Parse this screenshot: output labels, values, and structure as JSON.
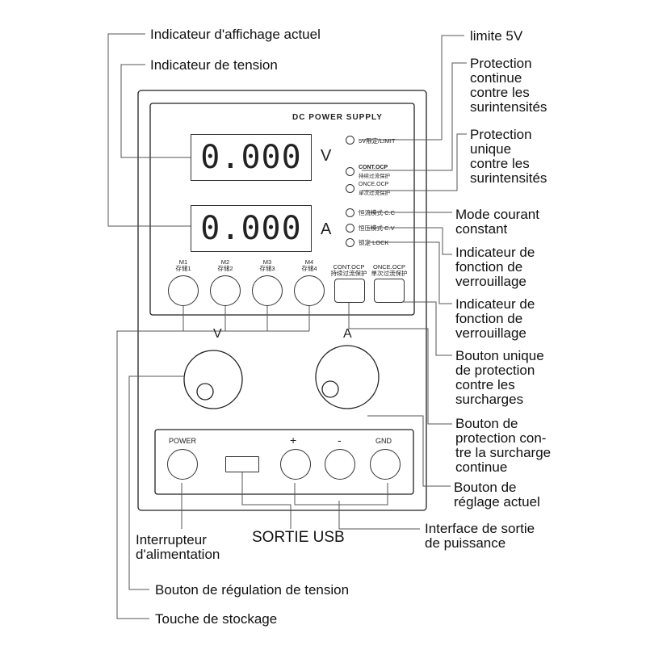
{
  "device": {
    "title": "DC POWER SUPPLY",
    "voltage_display": "0.000",
    "current_display": "0.000",
    "voltage_unit": "V",
    "current_unit": "A",
    "indicators": [
      {
        "text": "5V限定/LIMIT"
      },
      {
        "text": "CONT.OCP",
        "sub": "持续过流保护"
      },
      {
        "text": "ONCE.OCP",
        "sub": "单次过流保护"
      },
      {
        "text": "恒流模式  C.C"
      },
      {
        "text": "恒压模式  C.V"
      },
      {
        "text": "锁定  LOCK"
      }
    ],
    "memory_buttons": [
      {
        "label": "M1",
        "sub": "存储1"
      },
      {
        "label": "M2",
        "sub": "存储2"
      },
      {
        "label": "M3",
        "sub": "存储3"
      },
      {
        "label": "M4",
        "sub": "存储4"
      }
    ],
    "ocp_buttons": [
      {
        "label": "CONT.OCP",
        "sub": "持续过流保护"
      },
      {
        "label": "ONCE.OCP",
        "sub": "单次过流保护"
      }
    ],
    "knob_v_label": "V",
    "knob_a_label": "A",
    "power_label": "POWER",
    "plus_label": "+",
    "minus_label": "-",
    "gnd_label": "GND"
  },
  "callouts": {
    "current_display_indicator": "Indicateur d'affichage actuel",
    "voltage_indicator": "Indicateur de tension",
    "limit_5v": "limite 5V",
    "cont_ocp_protection": [
      "Protection",
      "continue",
      "contre les",
      "surintensités"
    ],
    "once_ocp_protection": [
      "Protection",
      "unique",
      "contre les",
      "surintensités"
    ],
    "constant_current_mode": [
      "Mode courant",
      "constant"
    ],
    "lock_indicator_1": [
      "Indicateur de",
      "fonction de",
      "verrouillage"
    ],
    "lock_indicator_2": [
      "Indicateur de",
      "fonction de",
      "verrouillage"
    ],
    "once_overload_button": [
      "Bouton unique",
      "de protection",
      "contre les",
      "surcharges"
    ],
    "cont_overload_button": [
      "Bouton de",
      "protection con-",
      "tre la surcharge",
      "continue"
    ],
    "current_adjust_button": [
      "Bouton de",
      "réglage actuel"
    ],
    "power_switch": [
      "Interrupteur",
      "d'alimentation"
    ],
    "usb_output": "SORTIE USB",
    "power_output_interface": [
      "Interface de sortie",
      "de puissance"
    ],
    "voltage_regulation_button": "Bouton de régulation de tension",
    "storage_key": "Touche de stockage"
  }
}
